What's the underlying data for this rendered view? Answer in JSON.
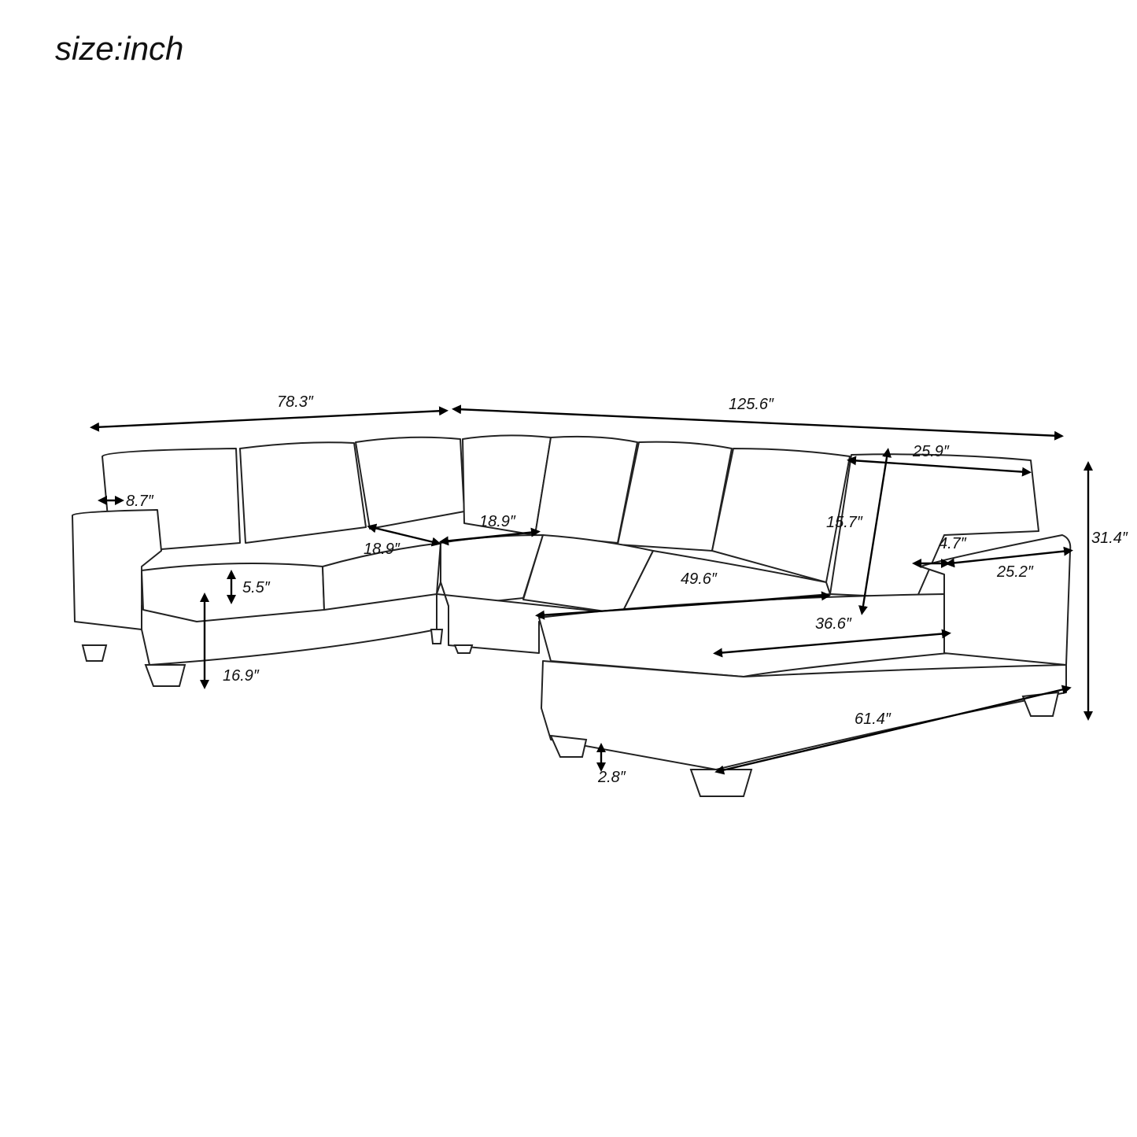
{
  "title": "size:inch",
  "dimensions": {
    "overall_left_width": "78.3″",
    "overall_right_width": "125.6″",
    "back_cushion_width": "25.9″",
    "overall_height": "31.4″",
    "arm_width": "8.7″",
    "corner_seat_depth_upper": "18.9″",
    "corner_seat_depth_lower": "18.9″",
    "back_height": "15.7″",
    "right_arm_width": "4.7″",
    "right_arm_depth": "25.2″",
    "seat_cushion_thickness": "5.5″",
    "chaise_length": "49.6″",
    "chaise_seat_width": "36.6″",
    "seat_height": "16.9″",
    "chaise_base_length": "61.4″",
    "leg_height": "2.8″"
  }
}
